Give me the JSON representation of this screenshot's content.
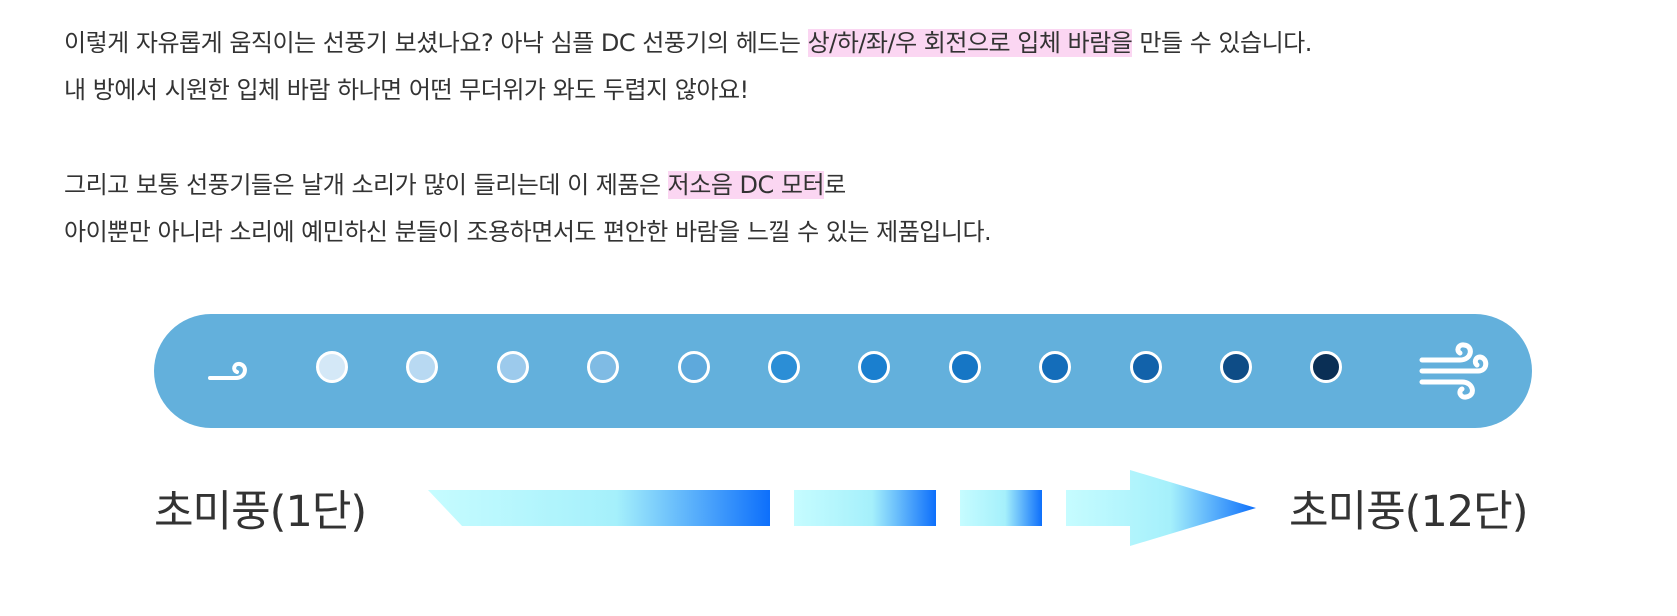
{
  "paragraphs": [
    {
      "lines": [
        [
          {
            "text": "이렇게 자유롭게 움직이는 선풍기 보셨나요? 아낙 심플 DC 선풍기의 헤드는 ",
            "hl": false
          },
          {
            "text": "상/하/좌/우 회전으로 입체 바람을",
            "hl": true
          },
          {
            "text": " 만들 수 있습니다.",
            "hl": false
          }
        ],
        [
          {
            "text": "내 방에서 시원한 입체 바람 하나면 어떤 무더위가 와도 두렵지 않아요!",
            "hl": false
          }
        ]
      ]
    },
    {
      "lines": [
        [
          {
            "text": "그리고 보통 선풍기들은 날개 소리가 많이 들리는데 이 제품은 ",
            "hl": false
          },
          {
            "text": "저소음 DC 모터",
            "hl": true
          },
          {
            "text": "로",
            "hl": false
          }
        ],
        [
          {
            "text": "아이뿐만 아니라 소리에 예민하신 분들이 조용하면서도 편안한 바람을 느낄 수 있는 제품입니다.",
            "hl": false
          }
        ]
      ]
    }
  ],
  "speed_scale": {
    "levels": 12,
    "dot_colors": [
      "#d4e8f7",
      "#b8d9f2",
      "#9ccaec",
      "#7fbbe4",
      "#5ea9dc",
      "#2b8ed6",
      "#1a7fcf",
      "#1676c5",
      "#146dba",
      "#1262aa",
      "#0e4c86",
      "#0a2f55"
    ],
    "start_icon": "light-breeze-icon",
    "end_icon": "strong-wind-icon",
    "min_label": "초미풍(1단)",
    "max_label": "초미풍(12단)",
    "bar_color": "#63b0dc",
    "arrow_start_color": "#c6fcff",
    "arrow_end_color": "#0d6ffb"
  },
  "highlight_color": "#fbd6f2"
}
